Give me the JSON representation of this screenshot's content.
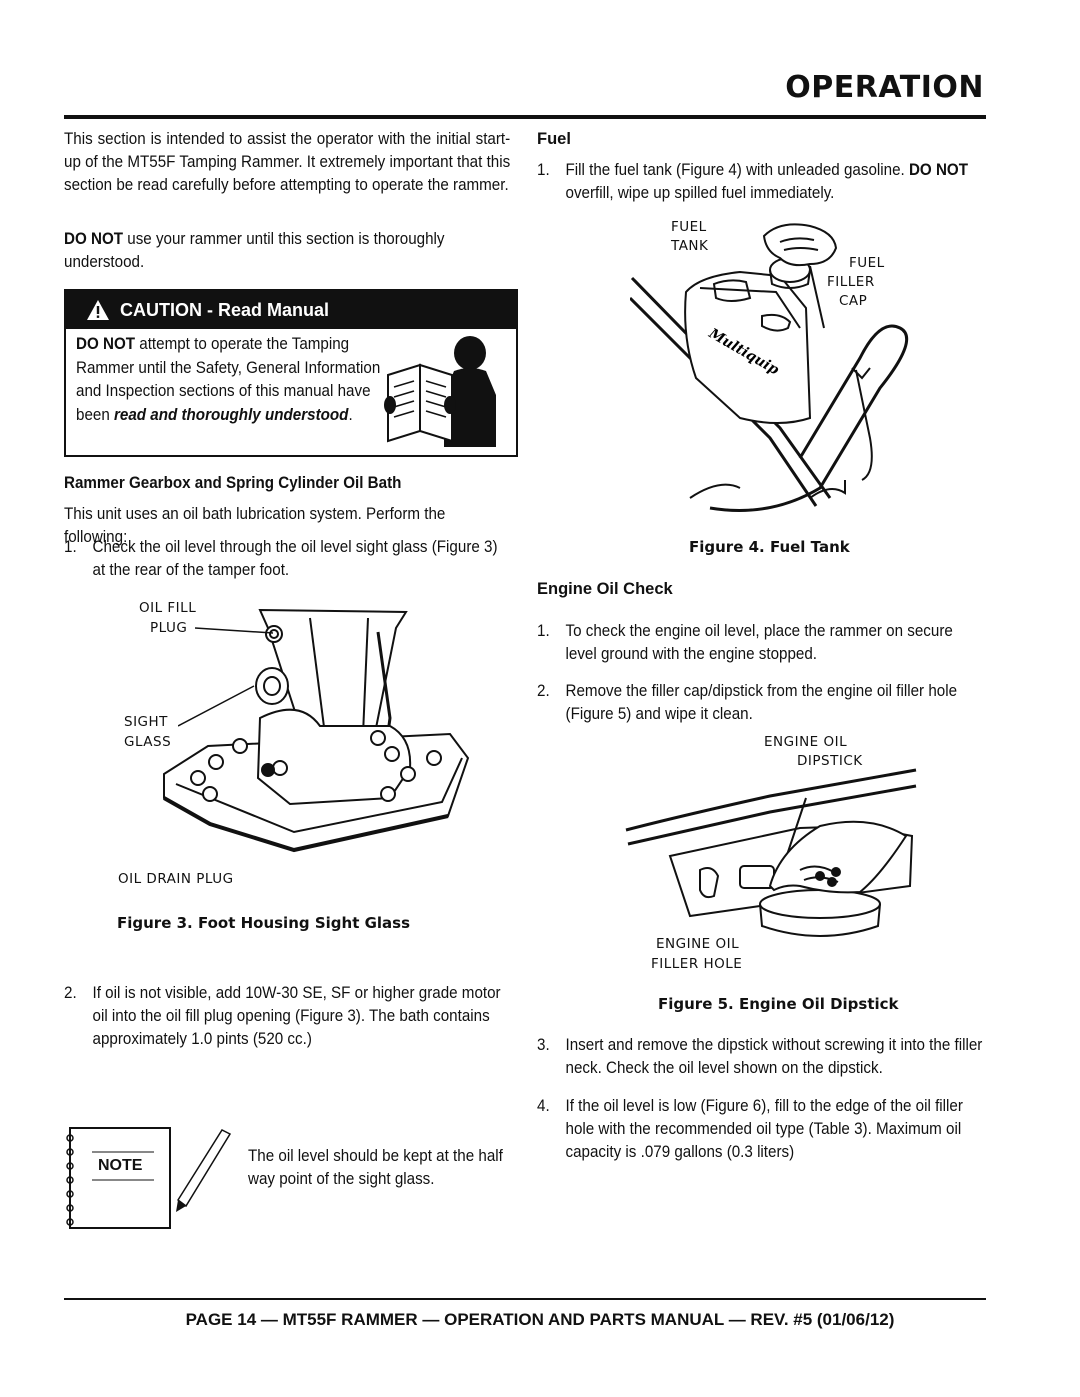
{
  "header": {
    "title": "OPERATION"
  },
  "intro": {
    "p1": "This section is intended to assist the operator with the initial start-up of the MT55F Tamping Rammer. It extremely important that this section be read carefully before attempting to operate the rammer.",
    "p2_bold": "DO NOT",
    "p2_rest": " use your rammer until this section is thoroughly understood."
  },
  "caution": {
    "title": "CAUTION - Read Manual",
    "bold": "DO NOT",
    "text1": " attempt to operate the Tamping Rammer until the Safety, General Information and Inspection sections of this manual have been ",
    "emph": "read and thoroughly understood",
    "end": "."
  },
  "oil_bath": {
    "heading": "Rammer Gearbox and Spring Cylinder Oil Bath",
    "intro": "This unit uses an oil bath lubrication system. Perform the following:",
    "step1_num": "1.",
    "step1": "Check the oil level through the oil level sight glass (Figure 3) at the rear of the tamper foot.",
    "step2_num": "2.",
    "step2": "If oil is not visible, add 10W-30 SE, SF or higher grade motor oil into the oil fill plug opening (Figure 3). The bath contains approximately 1.0 pints (520 cc.)"
  },
  "figure3": {
    "label_fill": "OIL FILL",
    "label_plug": "PLUG",
    "label_sight": "SIGHT",
    "label_glass": "GLASS",
    "label_drain": "OIL DRAIN PLUG",
    "caption": "Figure 3.  Foot Housing Sight Glass"
  },
  "note": {
    "label": "NOTE",
    "text": "The oil level should be kept at the half way point of the sight glass."
  },
  "fuel": {
    "heading": "Fuel",
    "step1_num": "1.",
    "step1_a": "Fill the fuel tank (Figure 4) with unleaded gasoline. ",
    "step1_bold": "DO NOT",
    "step1_b": " overfill, wipe up spilled fuel immediately."
  },
  "figure4": {
    "label_fuel": "FUEL",
    "label_tank": "TANK",
    "label_fuel2": "FUEL",
    "label_filler": "FILLER",
    "label_cap": "CAP",
    "brand": "Multiquip",
    "caption": "Figure 4. Fuel Tank"
  },
  "engine_oil": {
    "heading": "Engine Oil Check",
    "step1_num": "1.",
    "step1": "To check the engine oil level, place the  rammer on secure level ground with the engine stopped.",
    "step2_num": "2.",
    "step2": "Remove the filler cap/dipstick from the engine oil filler hole (Figure 5) and wipe it clean.",
    "step3_num": "3.",
    "step3": "Insert and remove the dipstick without screwing it into the filler neck. Check the oil level shown on the dipstick.",
    "step4_num": "4.",
    "step4": "If the oil level is low (Figure 6), fill to the edge of the oil filler hole with the recommended oil type (Table 3). Maximum oil capacity is .079 gallons (0.3 liters)"
  },
  "figure5": {
    "label_engine": "ENGINE OIL",
    "label_dipstick": "DIPSTICK",
    "label_engine2": "ENGINE OIL",
    "label_filler": "FILLER HOLE",
    "caption": "Figure 5.   Engine Oil Dipstick"
  },
  "footer": {
    "text": "PAGE 14 — MT55F RAMMER — OPERATION AND PARTS MANUAL — REV. #5 (01/06/12)"
  }
}
